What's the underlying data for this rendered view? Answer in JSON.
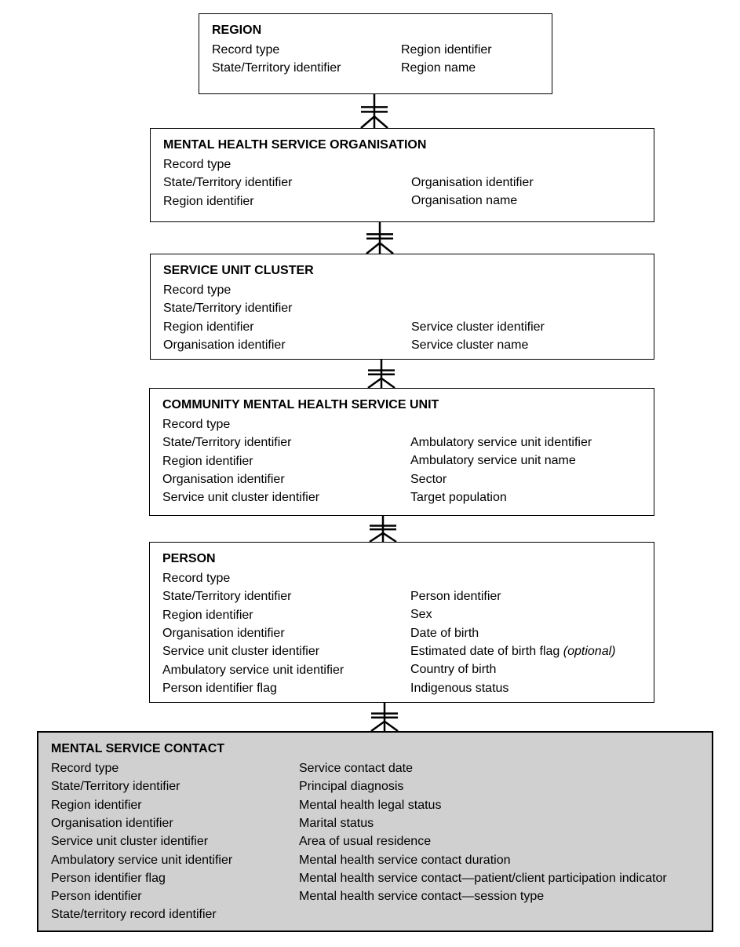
{
  "entities": [
    {
      "title": "REGION",
      "col1": [
        "Record type",
        "State/Territory identifier"
      ],
      "col2": [
        "Region identifier",
        "Region name"
      ]
    },
    {
      "title": "MENTAL HEALTH SERVICE ORGANISATION",
      "col1": [
        "Record type",
        "State/Territory identifier",
        "Region identifier"
      ],
      "col2": [
        "Organisation identifier",
        "Organisation name"
      ]
    },
    {
      "title": "SERVICE UNIT CLUSTER",
      "col1": [
        "Record type",
        "State/Territory identifier",
        "Region identifier",
        "Organisation identifier"
      ],
      "col2": [
        "Service cluster identifier",
        "Service cluster name"
      ]
    },
    {
      "title": "COMMUNITY MENTAL HEALTH SERVICE UNIT",
      "col1": [
        "Record type",
        "State/Territory identifier",
        "Region identifier",
        "Organisation identifier",
        "Service unit cluster identifier"
      ],
      "col2": [
        "Ambulatory service unit identifier",
        "Ambulatory service unit name",
        "Sector",
        "Target population"
      ]
    },
    {
      "title": "PERSON",
      "col1": [
        "Record type",
        "State/Territory identifier",
        "Region identifier",
        "Organisation identifier",
        "Service unit cluster identifier",
        "Ambulatory service unit identifier",
        "Person identifier flag"
      ],
      "col2": [
        "Person identifier",
        "Sex",
        "Date of birth",
        "Estimated date of birth flag",
        "Country of birth",
        "Indigenous status"
      ],
      "col2_optional_suffix": "(optional)"
    },
    {
      "title": "MENTAL SERVICE CONTACT",
      "col1": [
        "Record type",
        "State/Territory identifier",
        "Region identifier",
        "Organisation identifier",
        "Service unit cluster identifier",
        "Ambulatory service unit identifier",
        "Person identifier flag",
        "Person identifier",
        "State/territory record identifier"
      ],
      "col2": [
        "Service contact date",
        "Principal diagnosis",
        "Mental health legal status",
        "Marital status",
        "Area of usual residence",
        "Mental health service contact duration",
        "Mental health service contact—patient/client participation indicator",
        "Mental health service contact—session type"
      ]
    }
  ],
  "relationship_notation": "one-to-many (crow's foot)",
  "colors": {
    "shaded_box": "#d0d0d0",
    "line": "#000000"
  }
}
